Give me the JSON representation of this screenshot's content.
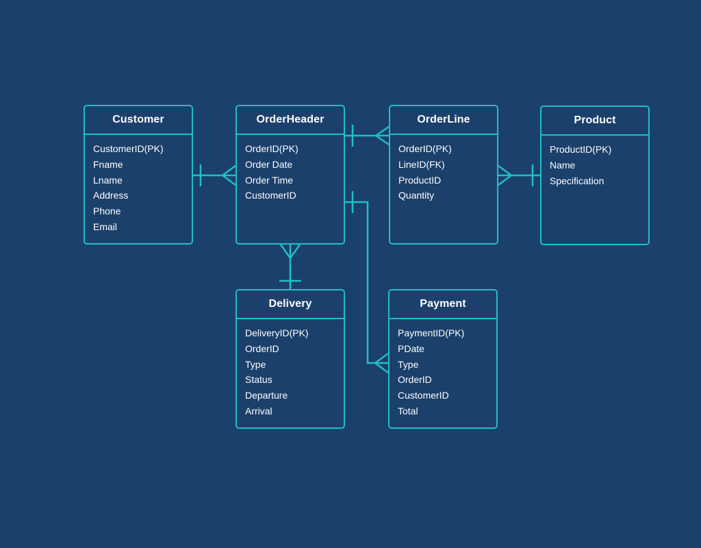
{
  "colors": {
    "background": "#1b406b",
    "accent": "#1fc0c6",
    "text": "#ffffff"
  },
  "entities": {
    "customer": {
      "title": "Customer",
      "fields": [
        "CustomerID(PK)",
        "Fname",
        "Lname",
        "Address",
        "Phone",
        "Email"
      ]
    },
    "orderheader": {
      "title": "OrderHeader",
      "fields": [
        "OrderID(PK)",
        "Order Date",
        "Order Time",
        "CustomerID"
      ]
    },
    "orderline": {
      "title": "OrderLine",
      "fields": [
        "OrderID(PK)",
        "LineID(FK)",
        "ProductID",
        "Quantity"
      ]
    },
    "product": {
      "title": "Product",
      "fields": [
        "ProductID(PK)",
        "Name",
        "Specification"
      ]
    },
    "delivery": {
      "title": "Delivery",
      "fields": [
        "DeliveryID(PK)",
        "OrderID",
        "Type",
        "Status",
        "Departure",
        "Arrival"
      ]
    },
    "payment": {
      "title": "Payment",
      "fields": [
        "PaymentID(PK)",
        "PDate",
        "Type",
        "OrderID",
        "CustomerID",
        "Total"
      ]
    }
  },
  "relationships": [
    {
      "from": "Customer",
      "to": "OrderHeader",
      "from_cardinality": "one",
      "to_cardinality": "many"
    },
    {
      "from": "OrderHeader",
      "to": "OrderLine",
      "from_cardinality": "one",
      "to_cardinality": "many"
    },
    {
      "from": "Product",
      "to": "OrderLine",
      "from_cardinality": "one",
      "to_cardinality": "many"
    },
    {
      "from": "Delivery",
      "to": "OrderHeader",
      "from_cardinality": "one",
      "to_cardinality": "many"
    },
    {
      "from": "OrderHeader",
      "to": "Payment",
      "from_cardinality": "one",
      "to_cardinality": "many"
    }
  ]
}
